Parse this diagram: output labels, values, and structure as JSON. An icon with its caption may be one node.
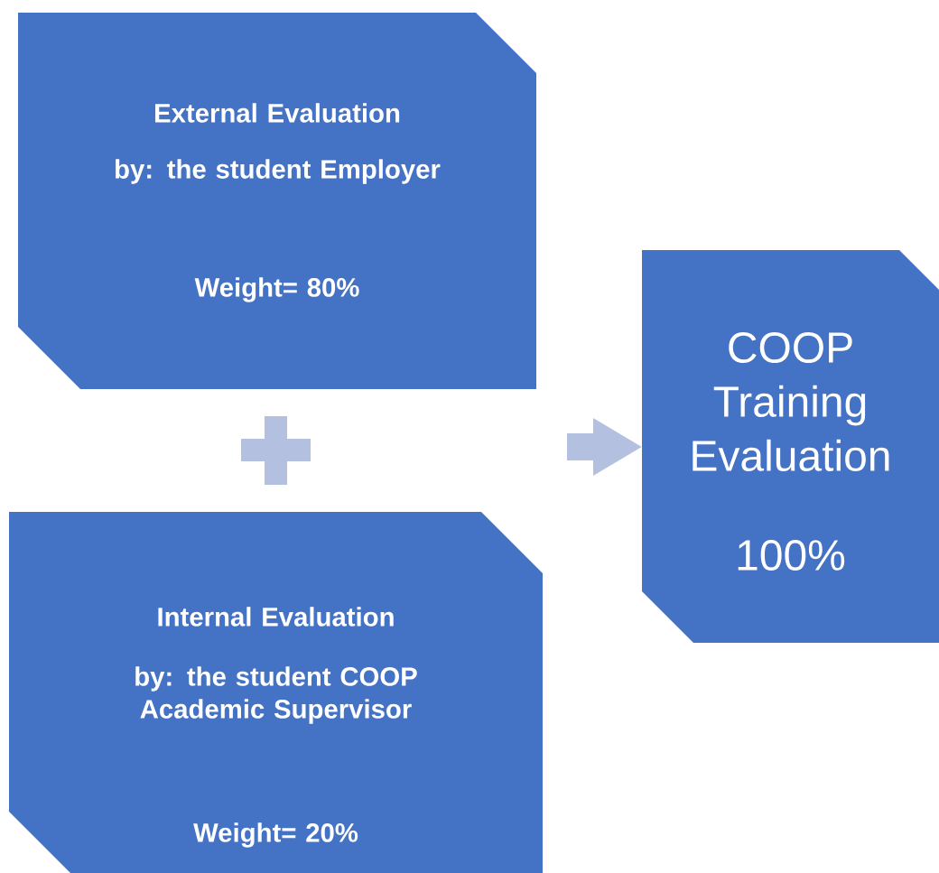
{
  "diagram": {
    "nodes": [
      {
        "text": [
          "External Evaluation",
          "by: the student Employer",
          "Weight= 80%"
        ]
      },
      {
        "text": [
          "Internal Evaluation",
          "by: the student COOP Academic Supervisor",
          "Weight= 20%"
        ]
      },
      {
        "text": [
          "COOP Training Evaluation",
          "100%"
        ]
      }
    ],
    "edges": [
      {
        "from": null,
        "to": 2,
        "arrow": "to"
      }
    ]
  }
}
